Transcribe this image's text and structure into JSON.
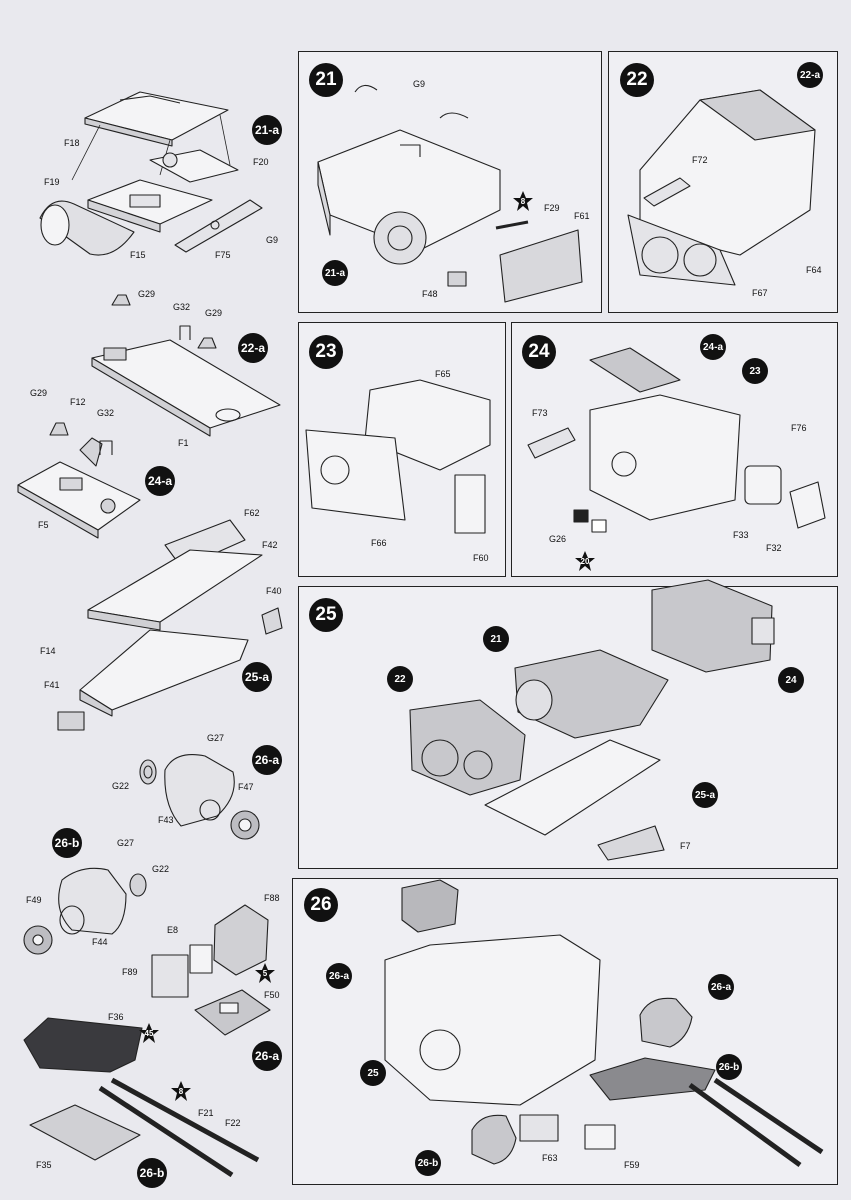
{
  "steps": {
    "s21": "21",
    "s22": "22",
    "s23": "23",
    "s24": "24",
    "s25": "25",
    "s26": "26"
  },
  "sub_steps": {
    "a21": "21-a",
    "a22": "22-a",
    "a24": "24-a",
    "a25": "25-a",
    "a26": "26-a",
    "b26": "26-b"
  },
  "markers": {
    "m8": "8",
    "m5": "5",
    "m45": "45",
    "m20": "20"
  },
  "parts_left": {
    "F18": "F18",
    "F20": "F20",
    "F19": "F19",
    "F15": "F15",
    "F75": "F75",
    "G9": "G9",
    "G29a": "G29",
    "G32a": "G32",
    "G29b": "G29",
    "F1": "F1",
    "G29c": "G29",
    "F12": "F12",
    "G32b": "G32",
    "F5": "F5",
    "F62": "F62",
    "F42": "F42",
    "F40": "F40",
    "F14": "F14",
    "F41": "F41",
    "G27a": "G27",
    "G22a": "G22",
    "F43": "F43",
    "F47": "F47",
    "G27b": "G27",
    "G22b": "G22",
    "F49": "F49",
    "F44": "F44",
    "F88": "F88",
    "E8": "E8",
    "F89": "F89",
    "F50": "F50",
    "F36": "F36",
    "F21": "F21",
    "F22": "F22",
    "F35": "F35"
  },
  "parts_21": {
    "G9": "G9",
    "F29": "F29",
    "F61": "F61",
    "F48": "F48"
  },
  "parts_22": {
    "F72": "F72",
    "F64": "F64",
    "F67": "F67"
  },
  "parts_23": {
    "F65": "F65",
    "F66": "F66",
    "F60": "F60"
  },
  "parts_24": {
    "F73": "F73",
    "F76": "F76",
    "G26": "G26",
    "F33": "F33",
    "F32": "F32"
  },
  "parts_25": {
    "F7": "F7"
  },
  "parts_26": {
    "F63": "F63",
    "F59": "F59"
  },
  "colors": {
    "ink": "#111111",
    "paper": "#efeff3",
    "shade": "#c8c8cc",
    "dark_part": "#3a3a3e"
  }
}
